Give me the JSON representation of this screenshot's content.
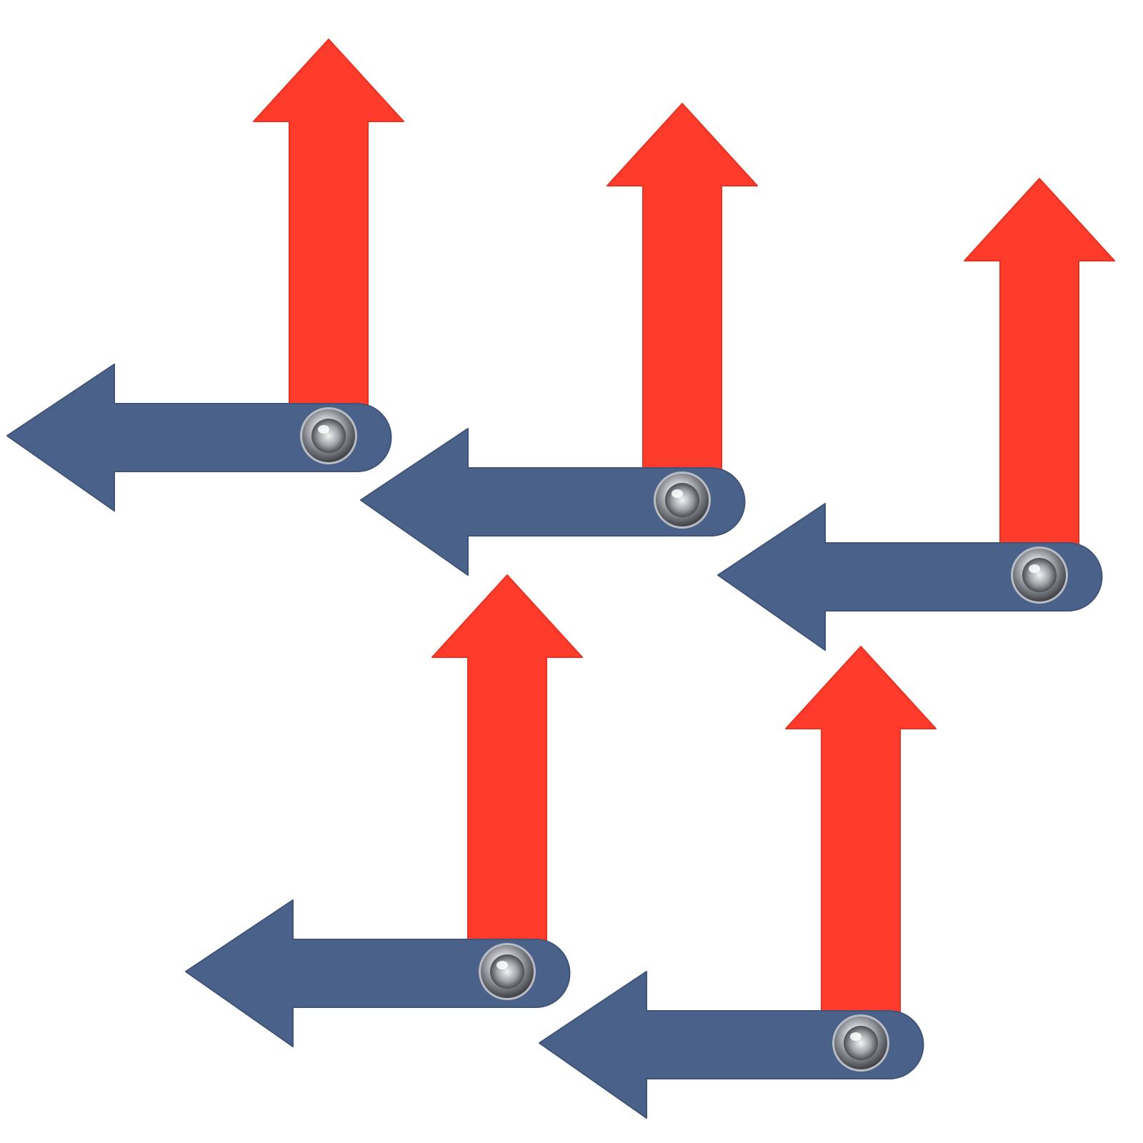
{
  "image": {
    "background": "#ffffff",
    "pieces": [
      {
        "name": "clock-hands-top-left",
        "minute_hand": "red-arrow",
        "hour_hand": "blue-arrow",
        "rivet": "metal-rivet"
      },
      {
        "name": "clock-hands-top-middle",
        "minute_hand": "red-arrow",
        "hour_hand": "blue-arrow",
        "rivet": "metal-rivet"
      },
      {
        "name": "clock-hands-top-right",
        "minute_hand": "red-arrow",
        "hour_hand": "blue-arrow",
        "rivet": "metal-rivet"
      },
      {
        "name": "clock-hands-bottom-left",
        "minute_hand": "red-arrow",
        "hour_hand": "blue-arrow",
        "rivet": "metal-rivet"
      },
      {
        "name": "clock-hands-bottom-right",
        "minute_hand": "red-arrow",
        "hour_hand": "blue-arrow",
        "rivet": "metal-rivet"
      }
    ],
    "colors": {
      "minute_hand": "#ff3b2b",
      "hour_hand": "#4a6189",
      "rivet": "#c9ccd1"
    }
  }
}
